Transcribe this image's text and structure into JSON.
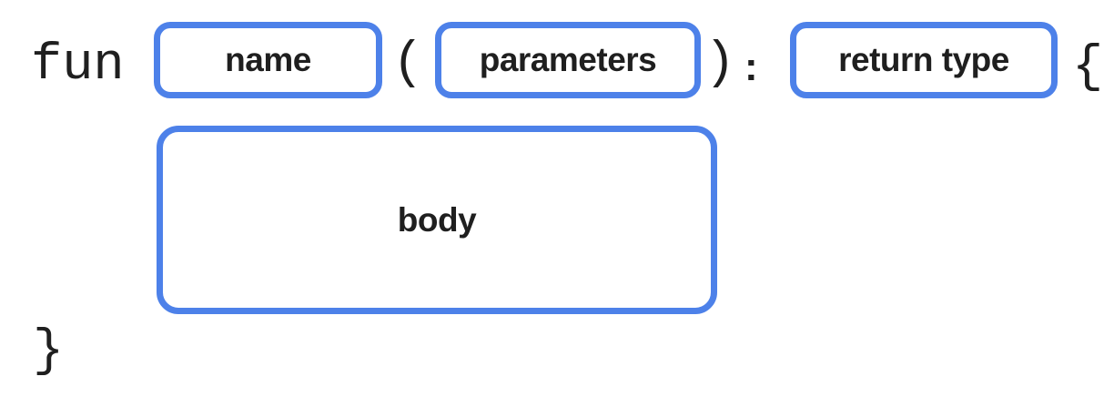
{
  "syntax": {
    "keyword": "fun",
    "punctuation": {
      "open_paren": "(",
      "close_paren": ")",
      "colon": ":",
      "open_brace": "{",
      "close_brace": "}"
    },
    "placeholders": {
      "name": "name",
      "parameters": "parameters",
      "return_type": "return type",
      "body": "body"
    },
    "colors": {
      "box_border_blue": "#4d81e9",
      "text_ink": "#1f1f1f",
      "background": "#ffffff"
    }
  }
}
